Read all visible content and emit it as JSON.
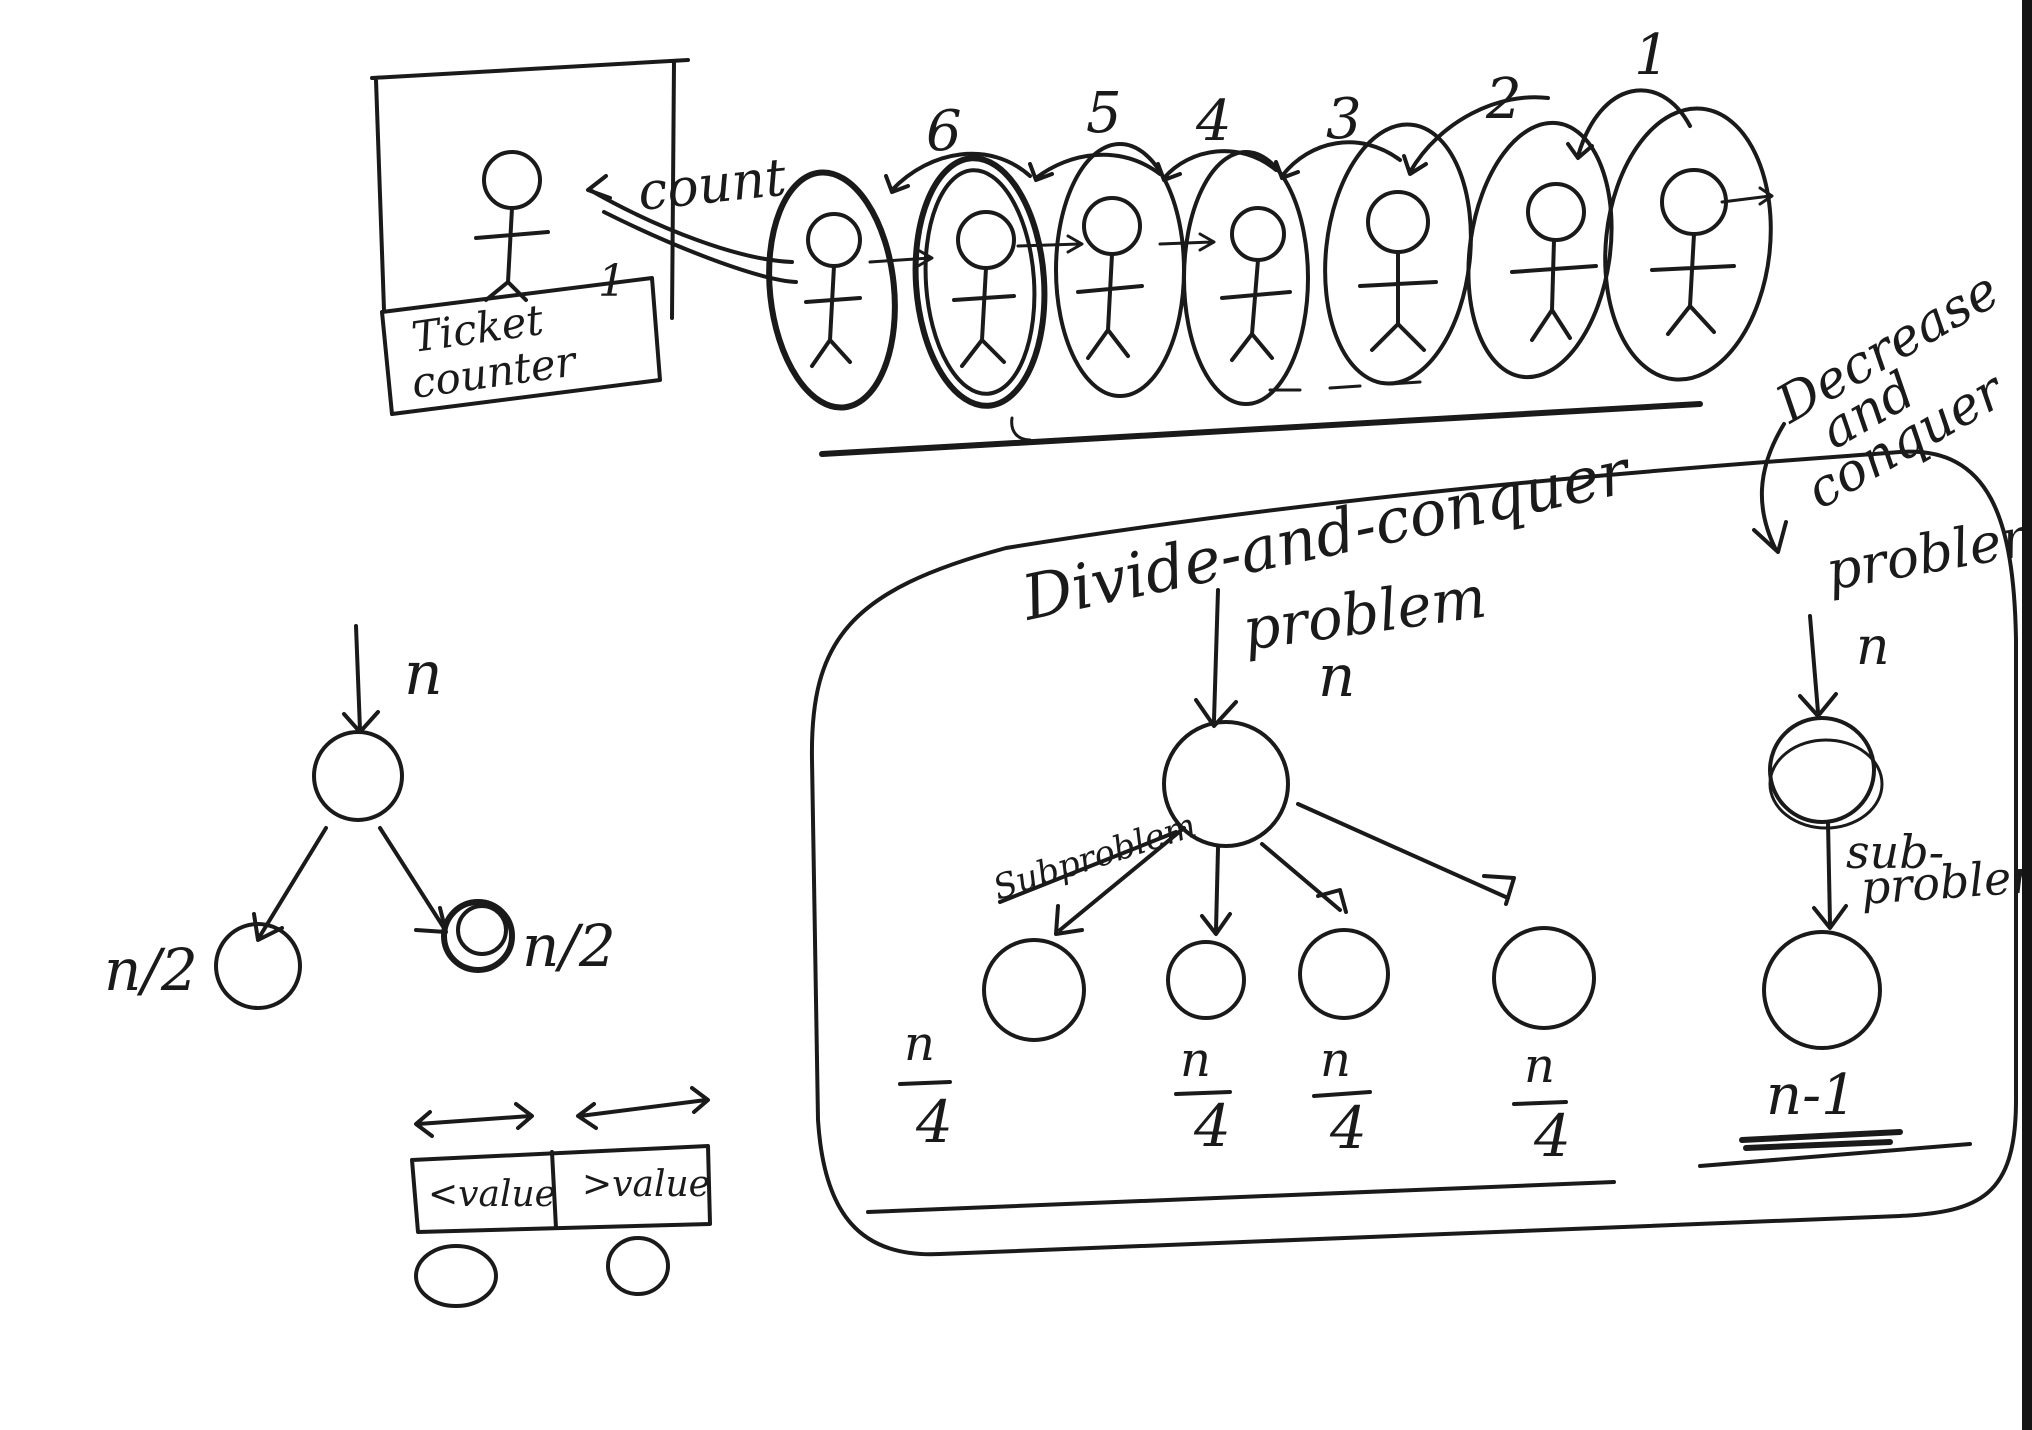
{
  "queue": {
    "counter_label_line1": "Ticket",
    "counter_label_line2": "counter",
    "count_label": "count",
    "counter_number": "1",
    "person_numbers": [
      "6",
      "5",
      "4",
      "3",
      "2",
      "1"
    ]
  },
  "binary_split": {
    "top_label": "n",
    "left_label": "n/2",
    "right_label": "n/2",
    "partition_left": "<value",
    "partition_right": ">value"
  },
  "divide_and_conquer": {
    "title": "Divide-and-conquer",
    "problem_label": "problem",
    "n_label": "n",
    "subproblem_label": "Subproblem",
    "child_numerator": "n",
    "child_denominator": "4"
  },
  "decrease_and_conquer": {
    "title_line1": "Decrease",
    "title_line2": "and",
    "title_line3": "conquer",
    "problem_label": "problem",
    "n_label": "n",
    "subproblem_line1": "sub-",
    "subproblem_line2": "problem",
    "result_label": "n-1"
  }
}
